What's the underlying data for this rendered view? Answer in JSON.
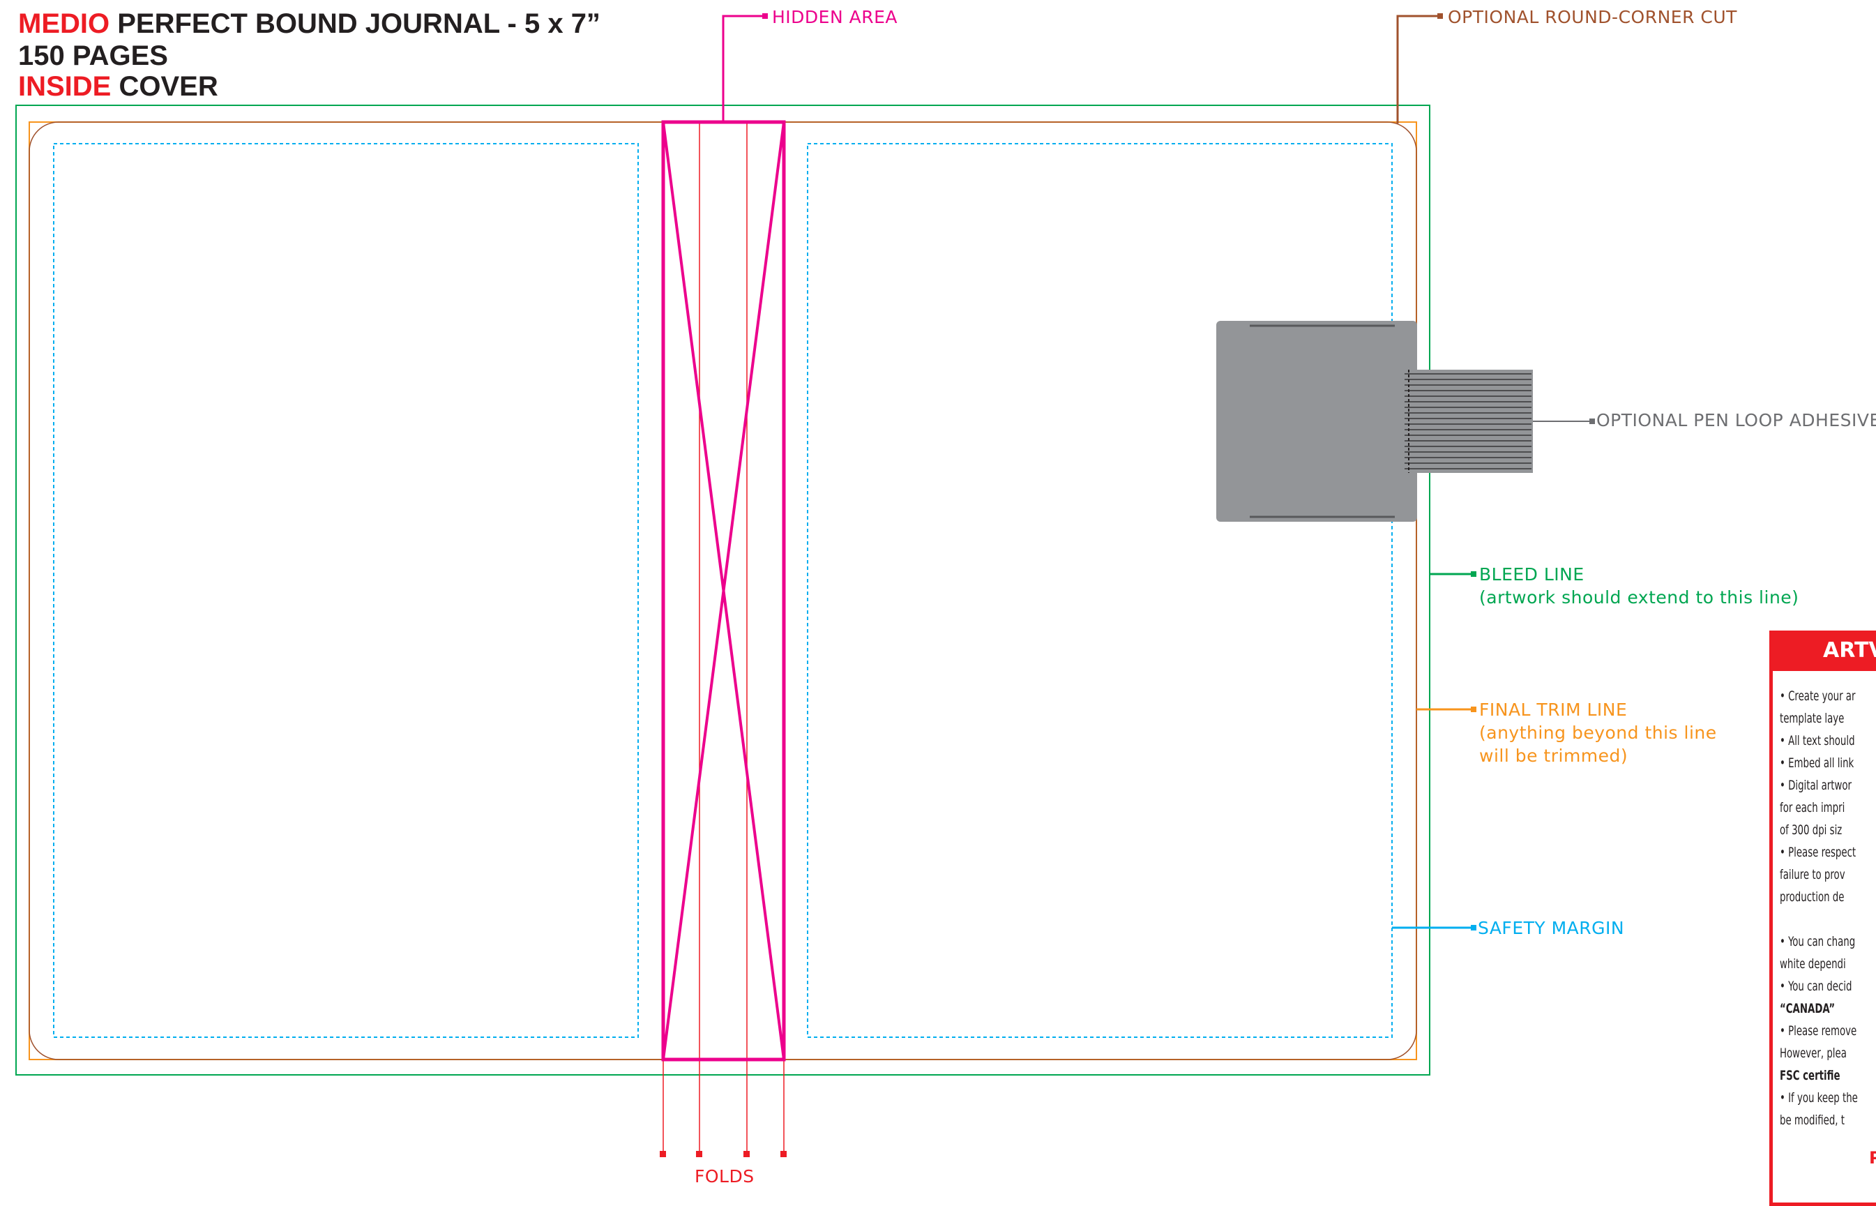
{
  "title": {
    "line1_accent": "MEDIO",
    "line1_rest": " PERFECT BOUND JOURNAL - 5 x 7”",
    "line2": "150 PAGES",
    "line3_accent": "INSIDE",
    "line3_rest": " COVER"
  },
  "labels": {
    "hidden_area": "HIDDEN AREA",
    "round_corner": "OPTIONAL ROUND-CORNER CUT",
    "pen_loop": "OPTIONAL PEN LOOP ADHESIVE",
    "bleed_line": "BLEED LINE",
    "bleed_note": "(artwork should extend to this line)",
    "trim_line": "FINAL TRIM LINE",
    "trim_note_1": "(anything beyond this line",
    "trim_note_2": "will be trimmed)",
    "safety_margin": "SAFETY MARGIN",
    "folds": "FOLDS"
  },
  "panel": {
    "heading": "ARTV",
    "items": [
      "• Create your ar",
      "template laye",
      "• All text should",
      "• Embed all link",
      "• Digital artwor",
      "for each impri",
      "of 300 dpi siz",
      "• Please respect",
      "failure to prov",
      "production de",
      "",
      "• You can chang",
      "white dependi",
      "• You can decid",
      "“CANADA”",
      "• Please remove",
      "However, plea",
      "FSC certifie",
      "• If you keep the",
      "be modified, t"
    ],
    "footer": "P"
  },
  "colors": {
    "bleed": "#00a651",
    "trim": "#f7941d",
    "round_corner": "#a0522d",
    "safety": "#00aeef",
    "hidden": "#ec008c",
    "fold": "#ed1c24",
    "accent": "#ed1c24",
    "pen_loop": "#939598"
  }
}
